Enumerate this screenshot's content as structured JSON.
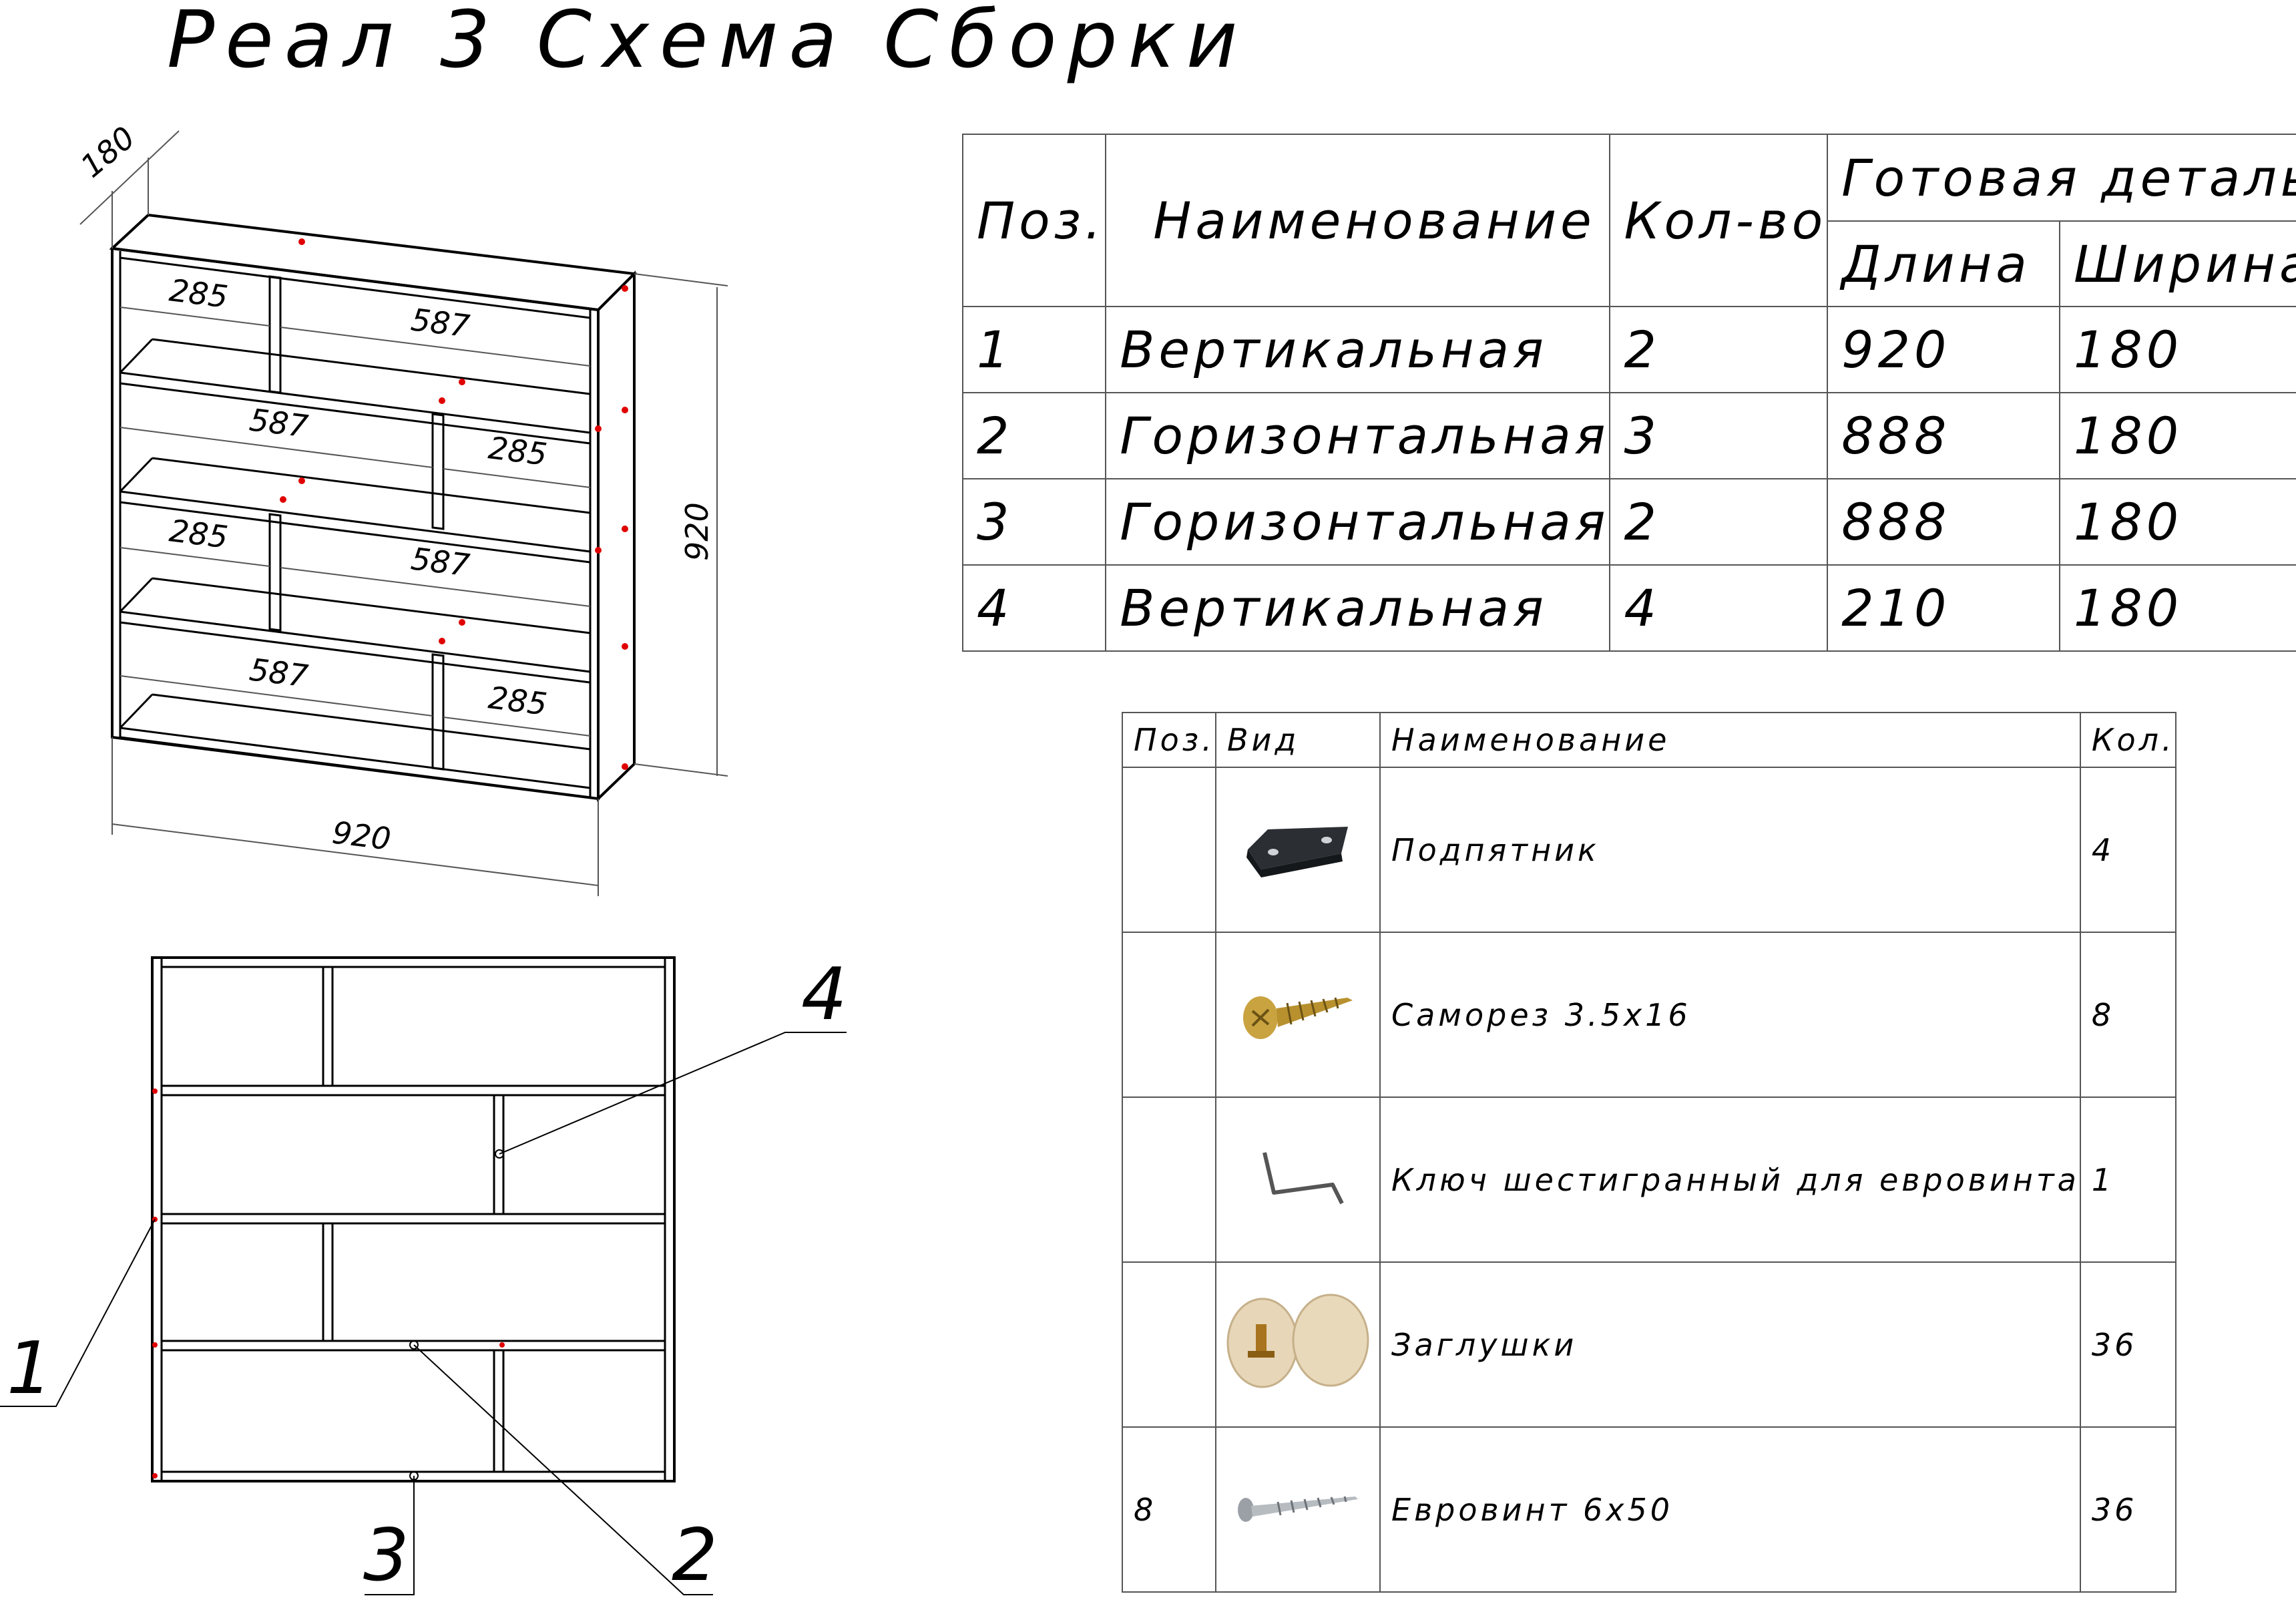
{
  "title": "Реал 3 Схема Сборки",
  "iso_view": {
    "depth_dim": "180",
    "height_dim": "920",
    "width_dim": "920",
    "row1": [
      "285",
      "587"
    ],
    "row2": [
      "587",
      "285"
    ],
    "row3": [
      "285",
      "587"
    ],
    "row4": [
      "587",
      "285"
    ]
  },
  "front_view": {
    "callouts": [
      "1",
      "2",
      "3",
      "4"
    ]
  },
  "parts_table": {
    "headers": {
      "pos": "Поз.",
      "name": "Наименование",
      "qty": "Кол-во",
      "finished": "Готовая деталь",
      "length": "Длина",
      "width": "Ширина"
    },
    "rows": [
      {
        "pos": "1",
        "name": "Вертикальная",
        "qty": "2",
        "length": "920",
        "width": "180"
      },
      {
        "pos": "2",
        "name": "Горизонтальная",
        "qty": "3",
        "length": "888",
        "width": "180"
      },
      {
        "pos": "3",
        "name": "Горизонтальная",
        "qty": "2",
        "length": "888",
        "width": "180"
      },
      {
        "pos": "4",
        "name": "Вертикальная",
        "qty": "4",
        "length": "210",
        "width": "180"
      }
    ]
  },
  "hardware_table": {
    "headers": {
      "pos": "Поз.",
      "view": "Вид",
      "name": "Наименование",
      "qty": "Кол."
    },
    "rows": [
      {
        "pos": "",
        "icon": "foot-pad-icon",
        "name": "Подпятник",
        "qty": "4"
      },
      {
        "pos": "",
        "icon": "wood-screw-icon",
        "name": "Саморез 3.5х16",
        "qty": "8"
      },
      {
        "pos": "",
        "icon": "hex-key-icon",
        "name": "Ключ шестигранный для евровинта",
        "qty": "1"
      },
      {
        "pos": "",
        "icon": "cap-plug-icon",
        "name": "Заглушки",
        "qty": "36"
      },
      {
        "pos": "8",
        "icon": "euro-screw-icon",
        "name": "Евровинт 6х50",
        "qty": "36"
      }
    ]
  }
}
